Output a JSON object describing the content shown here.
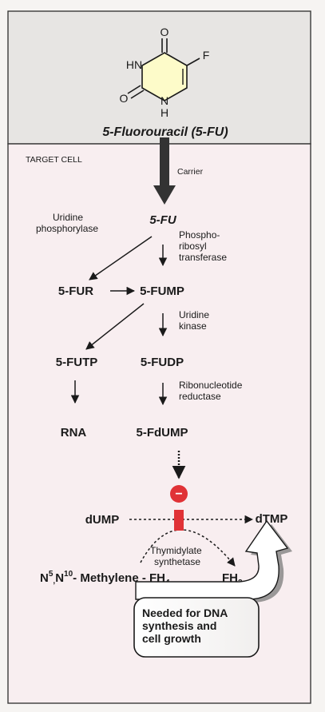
{
  "drug": {
    "structure_labels": {
      "carbonyl_top": "O",
      "carbonyl_left": "O",
      "nh_upper": "HN",
      "n_lower": "N",
      "h_lower": "H",
      "fluorine": "F"
    },
    "name": "5-Fluorouracil (5-FU)"
  },
  "cell": {
    "label": "TARGET CELL",
    "carrier": "Carrier"
  },
  "metabolites": {
    "fu": "5-FU",
    "fur": "5-FUR",
    "fump": "5-FUMP",
    "futp": "5-FUTP",
    "fudp": "5-FUDP",
    "rna": "RNA",
    "fdump": "5-FdUMP",
    "dump": "dUMP",
    "dtmp": "dTMP",
    "fh2_main": "FH",
    "fh2_sub": "2"
  },
  "methylene": {
    "n1": "N",
    "sup5": "5",
    "sep": ",",
    "n2": "N",
    "sup10": "10",
    "rest": "- Methylene - FH",
    "sub4": "4"
  },
  "enzymes": {
    "uridine_phosphorylase": [
      "Uridine",
      "phosphorylase"
    ],
    "phosphoribosyl_transferase": [
      "Phospho-",
      "ribosyl",
      "transferase"
    ],
    "uridine_kinase": [
      "Uridine",
      "kinase"
    ],
    "ribonucleotide_reductase": [
      "Ribonucleotide",
      "reductase"
    ],
    "thymidylate_synthetase": [
      "Thymidylate",
      "synthetase"
    ]
  },
  "inhibitor_symbol": "−",
  "callout": [
    "Needed for DNA",
    "synthesis and",
    "cell growth"
  ],
  "colors": {
    "top_panel": "#e7e5e3",
    "cell_panel": "#f8eef0",
    "border": "#3a3a3a",
    "inhibitor": "#e03236",
    "text": "#1a1a1a",
    "ring_fill": "#fdfbc9"
  }
}
